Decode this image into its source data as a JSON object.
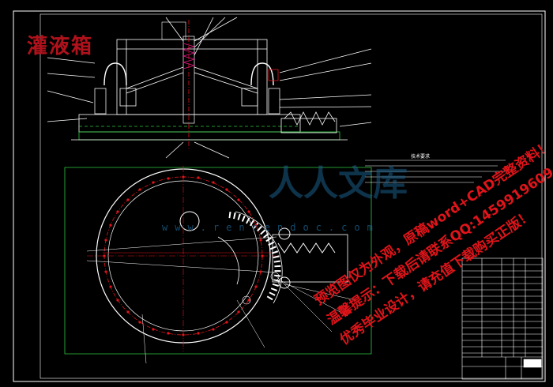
{
  "drawing": {
    "stamp_title": "灌液箱",
    "watermark_lines": [
      "预览图仅为外观，原稿word+CAD完整资料！",
      "温馨提示：下载后请联系QQ:1459919609",
      "优秀毕业设计，请充值下载购买正版！"
    ],
    "brand_chars": "人人文库",
    "site_text": "www.renrendoc.com",
    "notes_title": "技术要求",
    "colors": {
      "background": "#000000",
      "frame": "#ffffff",
      "outline": "#ffffff",
      "center_line": "#e0141a",
      "hidden": "#2ecc40",
      "watermark": "#e0141a",
      "brand": "#1a5f8a"
    }
  }
}
